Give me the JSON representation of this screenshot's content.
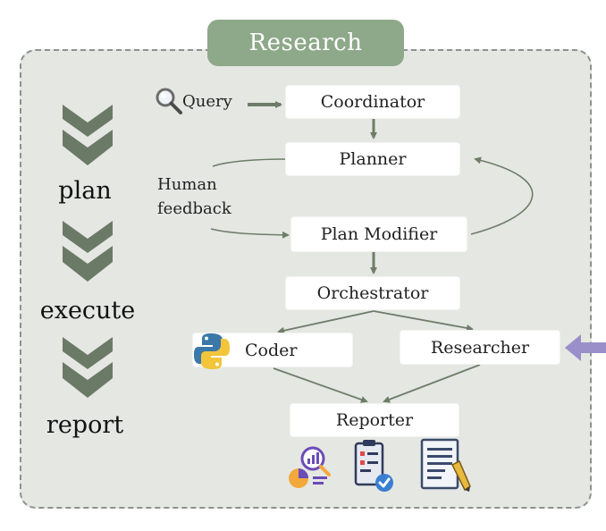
{
  "title": "Research",
  "stages": [
    "plan",
    "execute",
    "report"
  ],
  "query_label": "Query",
  "feedback_label_line1": "Human",
  "feedback_label_line2": "feedback",
  "nodes": {
    "coordinator": "Coordinator",
    "planner": "Planner",
    "plan_modifier": "Plan Modifier",
    "orchestrator": "Orchestrator",
    "coder": "Coder",
    "researcher": "Researcher",
    "reporter": "Reporter"
  },
  "colors": {
    "panel_bg": "#e5e7e3",
    "title_bg": "#8ea88a",
    "arrow": "#6d7d68",
    "chevron": "#6b7a66",
    "input_arrow": "#9b8fc9"
  },
  "icons": [
    "search-icon",
    "python-icon",
    "chart-report-icon",
    "clipboard-check-icon",
    "document-pencil-icon"
  ]
}
